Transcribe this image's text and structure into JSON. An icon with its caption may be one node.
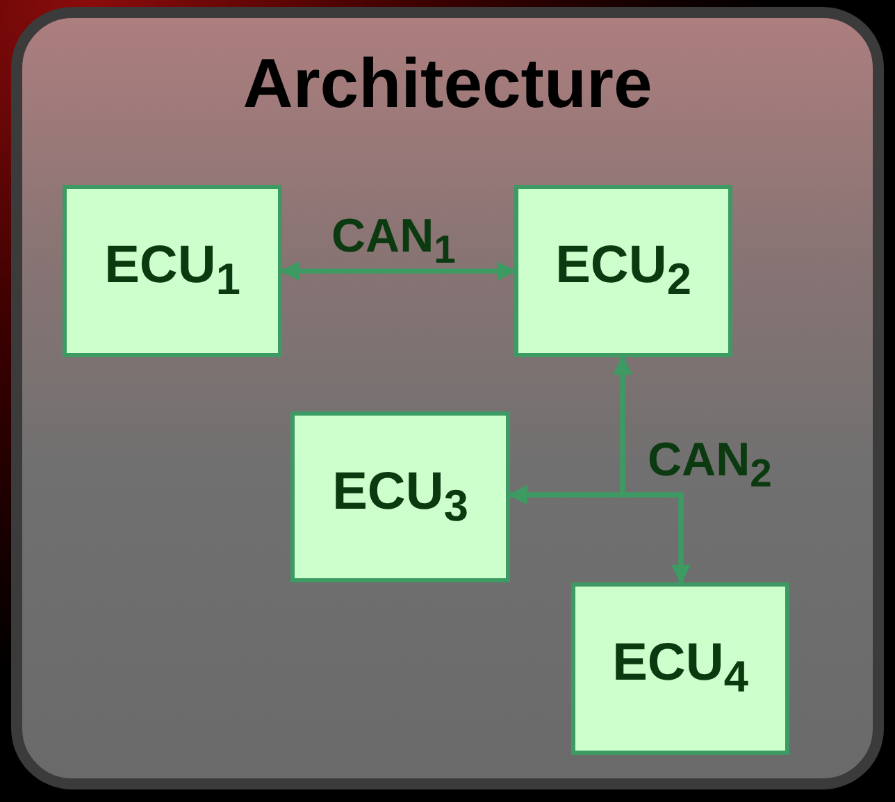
{
  "diagram": {
    "nodes": [
      {
        "text": [
          "Architecture"
        ]
      },
      {
        "text": [
          "ECU$_{1}$"
        ],
        "in": 0
      },
      {
        "text": [
          "ECU$_{2}$"
        ],
        "in": 0
      },
      {
        "text": [
          "ECU$_{3}$"
        ],
        "in": 0
      },
      {
        "text": [
          "ECU$_{4}$"
        ],
        "in": 0
      }
    ],
    "edges": [
      {
        "from": 1,
        "to": 2,
        "arrow": "both",
        "label": "CAN$_{1}$"
      },
      {
        "from": 2,
        "to": 3,
        "arrow": "both"
      },
      {
        "from": 2,
        "to": 4,
        "arrow": "both"
      },
      {
        "from": 3,
        "to": 4,
        "arrow": "both"
      }
    ],
    "labels": [
      "CAN$_{2}$"
    ]
  }
}
